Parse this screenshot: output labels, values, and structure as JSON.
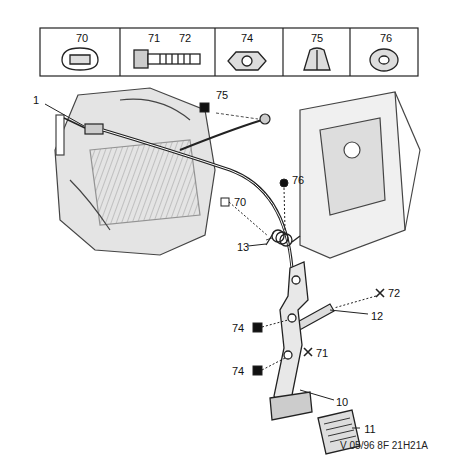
{
  "diagram": {
    "labels": [
      "70",
      "71",
      "72",
      "74",
      "75",
      "76",
      "1",
      "75",
      "70",
      "76",
      "13",
      "72",
      "12",
      "74",
      "71",
      "74",
      "10",
      "11",
      "V 05/96 8F 21H21A"
    ]
  }
}
